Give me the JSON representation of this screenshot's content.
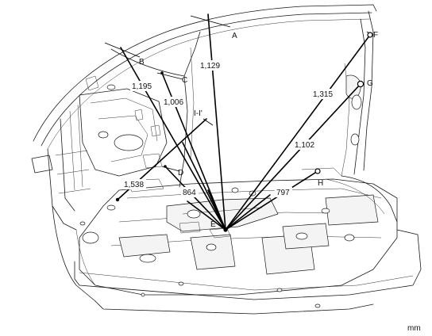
{
  "unit": "mm",
  "points": {
    "A": "A",
    "B": "B",
    "C": "C",
    "D": "D",
    "E": "E",
    "F": "F",
    "G": "G",
    "H": "H",
    "I": "I-I'"
  },
  "dimensions": {
    "d1129": "1,129",
    "d1195": "1,195",
    "d1006": "1,006",
    "d1538": "1,538",
    "d864": "864",
    "d797": "797",
    "d1315": "1,315",
    "d1102": "1,102"
  },
  "colors": {
    "line": "#000000",
    "background": "#ffffff"
  }
}
